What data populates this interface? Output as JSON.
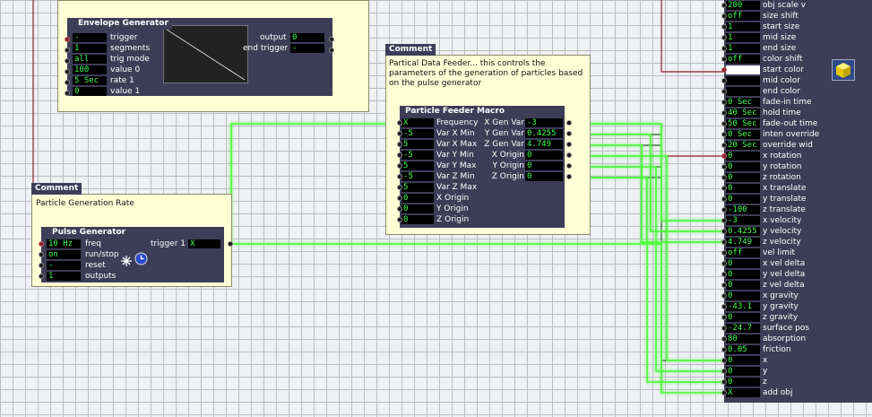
{
  "envelope": {
    "title": "Envelope Generator",
    "inputs": [
      {
        "value": "-",
        "label": "trigger"
      },
      {
        "value": "1",
        "label": "segments"
      },
      {
        "value": "all",
        "label": "trig mode"
      },
      {
        "value": "100",
        "label": "value 0"
      },
      {
        "value": "5 Sec",
        "label": "rate 1"
      },
      {
        "value": "0",
        "label": "value 1"
      }
    ],
    "outputs": [
      {
        "label": "output",
        "value": "0"
      },
      {
        "label": "end trigger",
        "value": "-"
      }
    ]
  },
  "comment_feeder": {
    "title": "Comment",
    "text": "Partical Data Feeder... this controls the parameters of the generation of particles based on the pulse generator"
  },
  "comment_rate": {
    "title": "Comment",
    "text": "Particle Generation Rate"
  },
  "pulse": {
    "title": "Pulse Generator",
    "inputs": [
      {
        "value": "10 Hz",
        "label": "freq"
      },
      {
        "value": "on",
        "label": "run/stop"
      },
      {
        "value": "-",
        "label": "reset"
      },
      {
        "value": "1",
        "label": "outputs"
      }
    ],
    "output": {
      "label": "trigger 1",
      "value": "X"
    }
  },
  "feeder": {
    "title": "Particle Feeder Macro",
    "inputs": [
      {
        "value": "X",
        "label": "Frequency"
      },
      {
        "value": "-5",
        "label": "Var X Min"
      },
      {
        "value": "5",
        "label": "Var X Max"
      },
      {
        "value": "-5",
        "label": "Var Y Min"
      },
      {
        "value": "5",
        "label": "Var Y Max"
      },
      {
        "value": "-5",
        "label": "Var Z Min"
      },
      {
        "value": "5",
        "label": "Var Z Max"
      },
      {
        "value": "0",
        "label": "X Origin"
      },
      {
        "value": "0",
        "label": "Y Origin"
      },
      {
        "value": "0",
        "label": "Z Origin"
      }
    ],
    "outputs": [
      {
        "label": "X Gen Var",
        "value": "-3"
      },
      {
        "label": "Y Gen Var",
        "value": "0.4255"
      },
      {
        "label": "Z Gen Var",
        "value": "4.749"
      },
      {
        "label": "X Origin",
        "value": "0"
      },
      {
        "label": "Y Origin",
        "value": "0"
      },
      {
        "label": "Z Origin",
        "value": "0"
      }
    ]
  },
  "particle": {
    "inputs": [
      {
        "value": "200",
        "label": "obj scale v"
      },
      {
        "value": "off",
        "label": "size shift"
      },
      {
        "value": "1",
        "label": "start size"
      },
      {
        "value": "1",
        "label": "mid size"
      },
      {
        "value": "1",
        "label": "end size"
      },
      {
        "value": "off",
        "label": "color shift"
      },
      {
        "value": "",
        "label": "start color",
        "swatch": "#ffffff"
      },
      {
        "value": "",
        "label": "mid color",
        "swatch": "#000000"
      },
      {
        "value": "",
        "label": "end color",
        "swatch": "#000000"
      },
      {
        "value": "0 Sec",
        "label": "fade-in time"
      },
      {
        "value": "40 Sec",
        "label": "hold time"
      },
      {
        "value": "50 Sec",
        "label": "fade-out time"
      },
      {
        "value": "0 Sec",
        "label": "inten override"
      },
      {
        "value": "20 Sec",
        "label": "override wid"
      },
      {
        "value": "0",
        "label": "x rotation"
      },
      {
        "value": "0",
        "label": "y rotation"
      },
      {
        "value": "0",
        "label": "z rotation"
      },
      {
        "value": "0",
        "label": "x translate"
      },
      {
        "value": "0",
        "label": "y translate"
      },
      {
        "value": "-100",
        "label": "z translate"
      },
      {
        "value": "-3",
        "label": "x velocity"
      },
      {
        "value": "0.4255",
        "label": "y velocity"
      },
      {
        "value": "4.749",
        "label": "z velocity"
      },
      {
        "value": "off",
        "label": "vel limit"
      },
      {
        "value": "0",
        "label": "x vel delta"
      },
      {
        "value": "0",
        "label": "y vel delta"
      },
      {
        "value": "0",
        "label": "z vel delta"
      },
      {
        "value": "0",
        "label": "x gravity"
      },
      {
        "value": "-43.1",
        "label": "y gravity"
      },
      {
        "value": "0",
        "label": "z gravity"
      },
      {
        "value": "-24.7",
        "label": "surface pos"
      },
      {
        "value": "80",
        "label": "absorption"
      },
      {
        "value": "0.05",
        "label": "friction"
      },
      {
        "value": "0",
        "label": "x"
      },
      {
        "value": "0",
        "label": "y"
      },
      {
        "value": "0",
        "label": "z"
      },
      {
        "value": "X",
        "label": "add obj"
      }
    ]
  },
  "colors": {
    "background": "#eef0f3",
    "grid": "#b9bcc4",
    "panel": "#ffffd6",
    "actor": "#3d3d58",
    "field_text": "#3dff4a",
    "wire_active": "#4dff3a",
    "wire_red": "#8a1e2a",
    "wire_dark": "#1f5a1f"
  },
  "icons": {
    "pulse_timer": "clock-icon",
    "pulse_burst": "burst-icon",
    "particle_cube": "cube-icon"
  }
}
